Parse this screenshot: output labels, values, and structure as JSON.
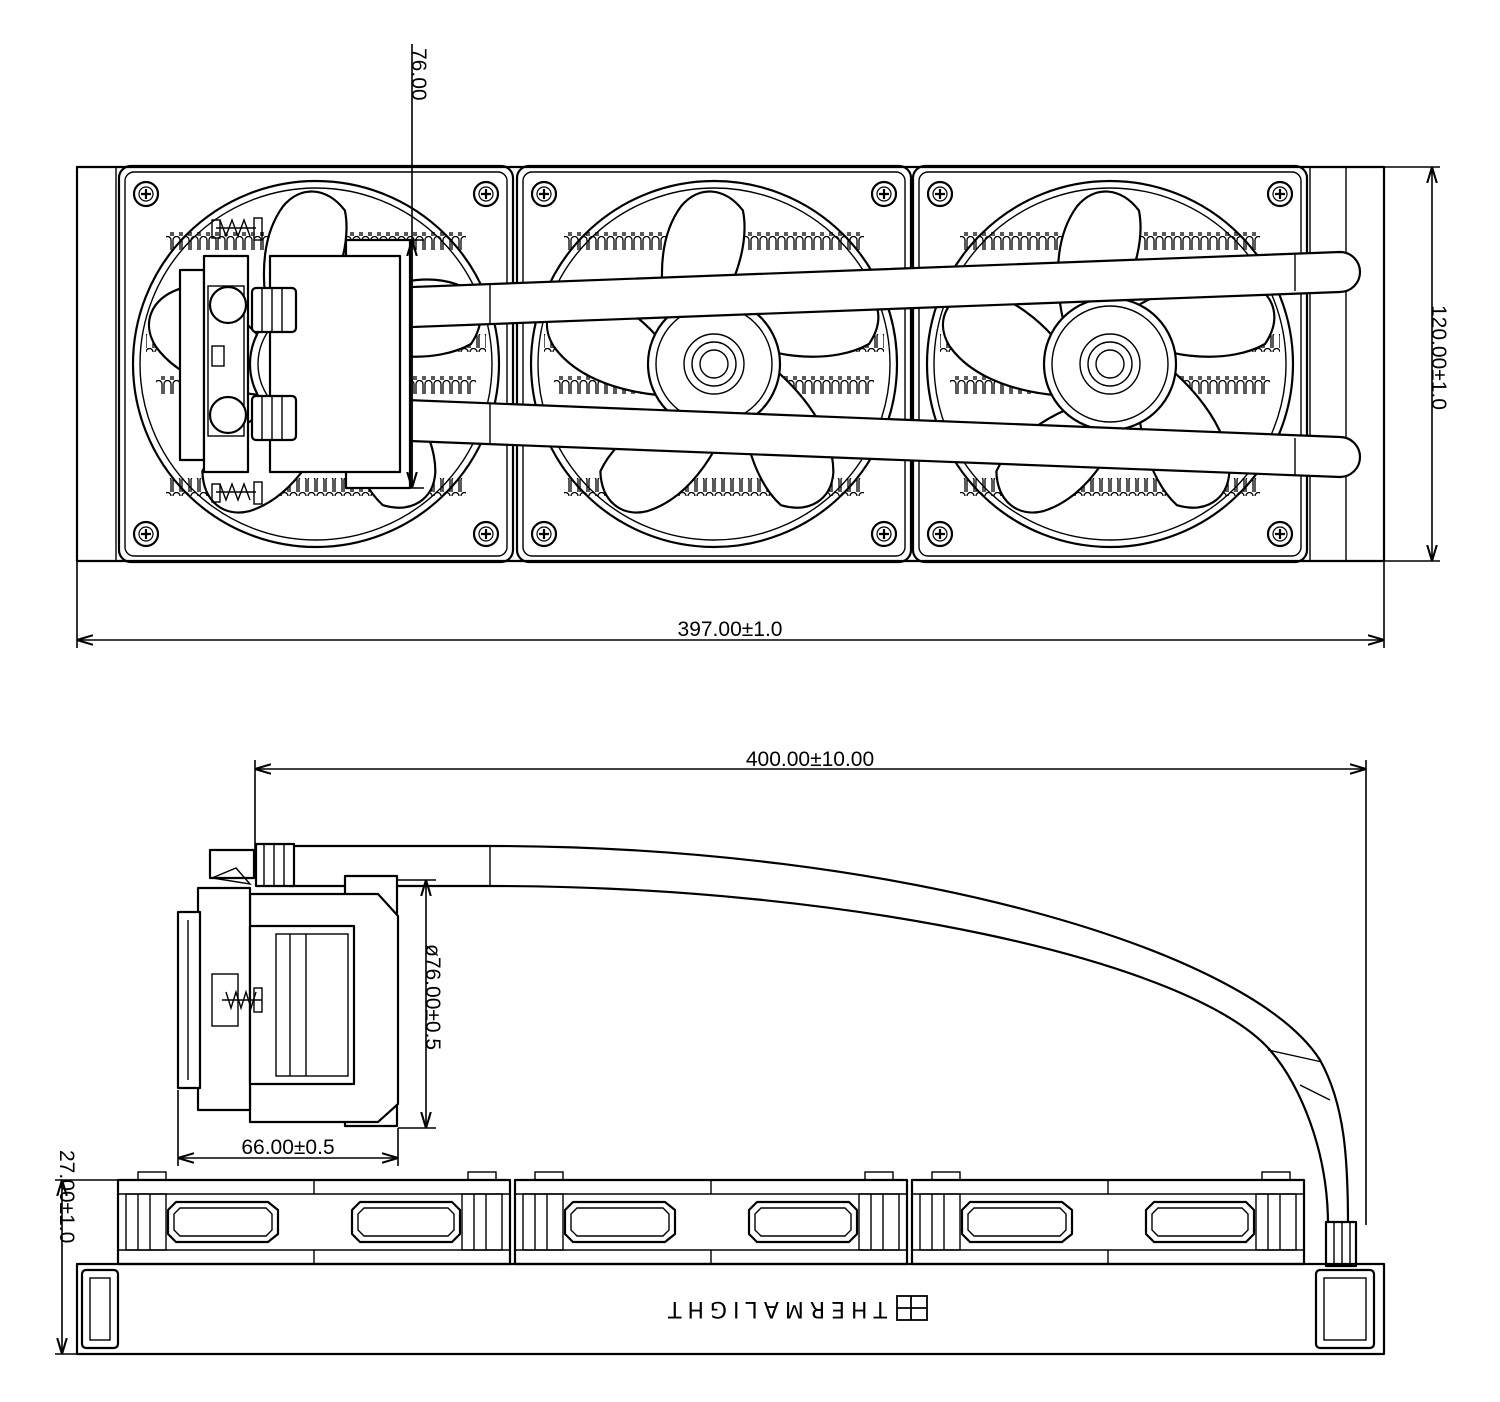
{
  "top_view": {
    "dim_height": "120.00±1.0",
    "dim_width": "397.00±1.0",
    "dim_pump_offset": "76.00"
  },
  "side_view": {
    "dim_tube_length": "400.00±10.00",
    "dim_pump_diameter": "ø76.00±0.5",
    "dim_pump_width": "66.00±0.5",
    "dim_radiator_thickness": "27.00±1.0"
  },
  "brand": {
    "logo_text": "THERMALIGHT"
  }
}
